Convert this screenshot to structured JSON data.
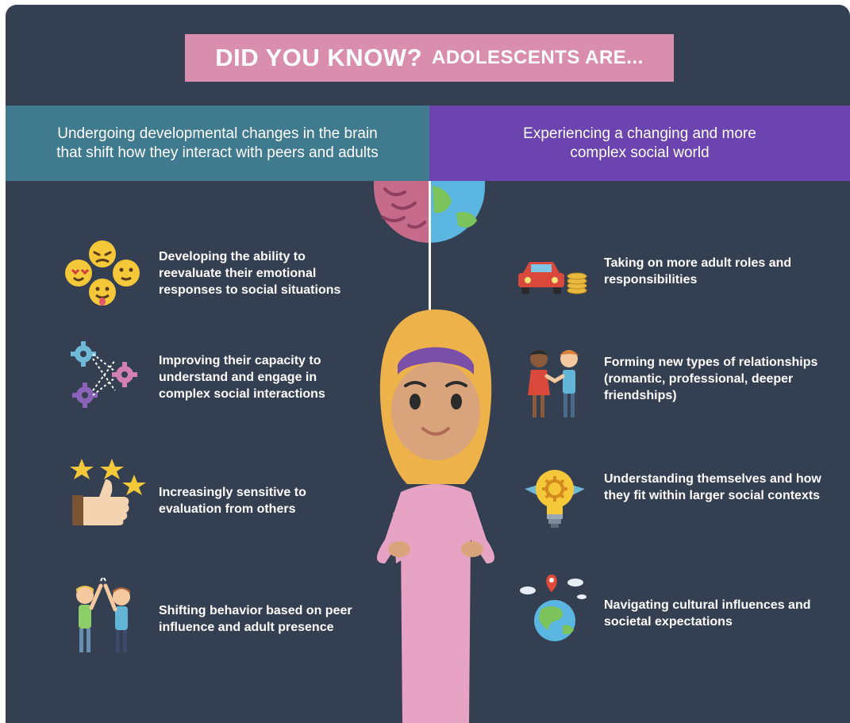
{
  "title": {
    "main": "DID YOU KNOW?",
    "sub": "ADOLESCENTS ARE..."
  },
  "left_header": "Undergoing developmental changes in the brain that shift how they interact with peers and adults",
  "right_header": "Experiencing a changing and more complex social world",
  "left_items": [
    {
      "text": "Developing the ability to reevaluate their emotional responses to social situations",
      "icon": "emoji-faces-icon"
    },
    {
      "text": "Improving their capacity to understand and engage in complex social interactions",
      "icon": "gears-icon"
    },
    {
      "text": "Increasingly sensitive to evaluation from others",
      "icon": "thumbs-up-stars-icon"
    },
    {
      "text": "Shifting behavior based on peer influence and adult presence",
      "icon": "high-five-icon"
    }
  ],
  "right_items": [
    {
      "text": "Taking on more adult roles and responsibilities",
      "icon": "car-coins-icon"
    },
    {
      "text": "Forming new types of relationships (romantic, professional, deeper friendships)",
      "icon": "handshake-people-icon"
    },
    {
      "text": "Understanding themselves and how they fit within larger social contexts",
      "icon": "lightbulb-gear-icon"
    },
    {
      "text": "Navigating cultural influences and societal expectations",
      "icon": "globe-pin-icon"
    }
  ],
  "colors": {
    "background": "#353f52",
    "title_box": "#d98eae",
    "left_band": "#3f7a8f",
    "right_band": "#6b44b0",
    "hijab": "#eeb24a",
    "dress": "#e7a3c4",
    "skin": "#d9a37c"
  }
}
